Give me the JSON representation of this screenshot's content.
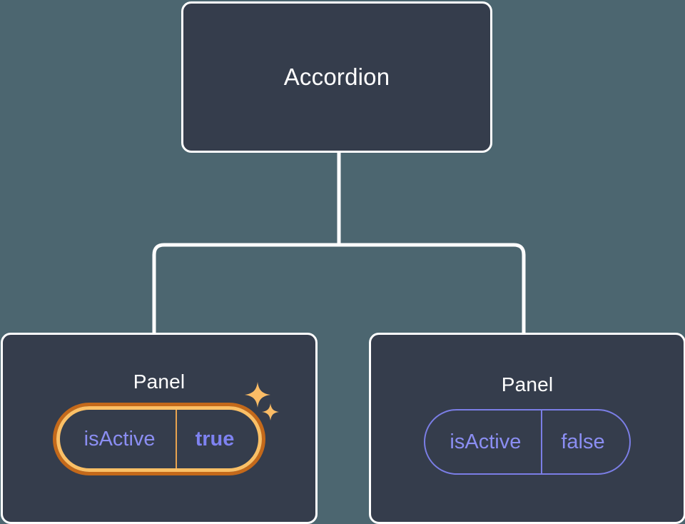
{
  "background_color": "#4c6670",
  "theme": {
    "node_fill": "#353d4c",
    "node_border": "#ffffff",
    "edge_color": "#ffffff",
    "pill_border": "#7b7ee6",
    "pill_text": "#8b8ef2",
    "highlight_inner": "#fbc066",
    "highlight_outer": "#c4691a",
    "sparkle_color": "#fabc66"
  },
  "tree": {
    "root": {
      "title": "Accordion"
    },
    "children": [
      {
        "title": "Panel",
        "highlighted": true,
        "prop": {
          "key": "isActive",
          "value": "true"
        }
      },
      {
        "title": "Panel",
        "highlighted": false,
        "prop": {
          "key": "isActive",
          "value": "false"
        }
      }
    ]
  }
}
